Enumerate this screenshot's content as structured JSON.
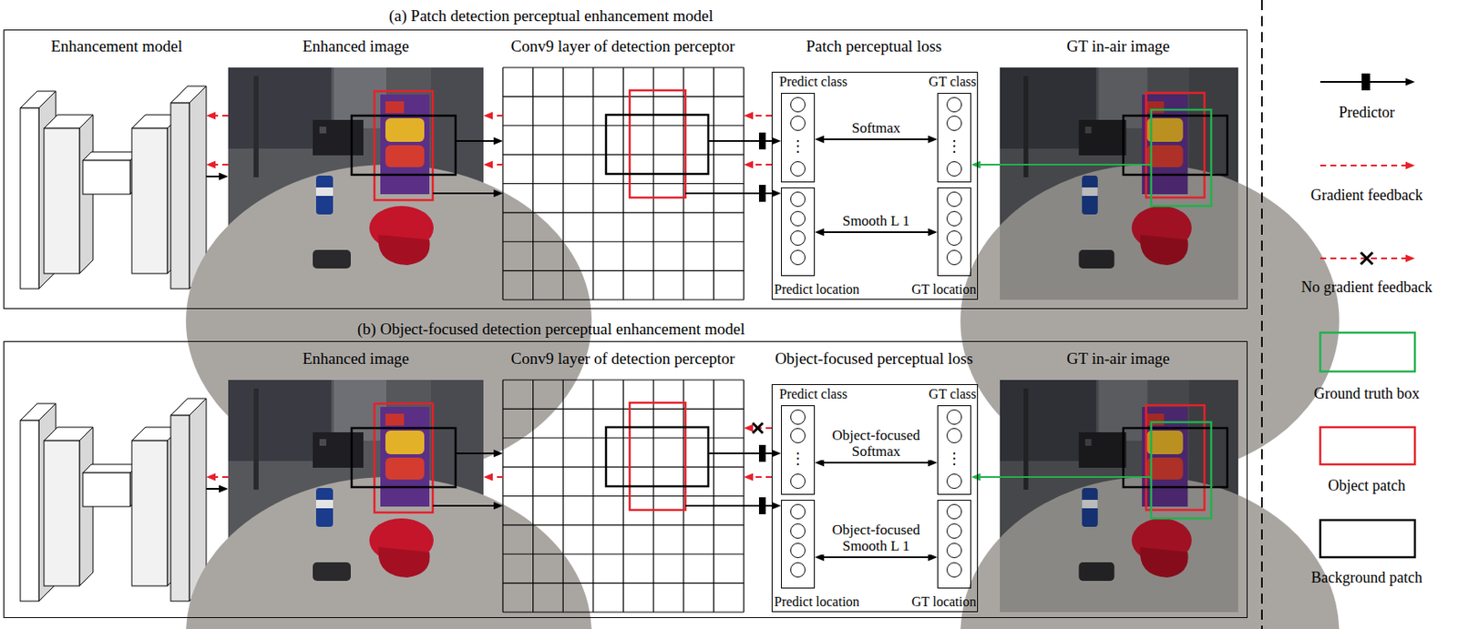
{
  "diagram": {
    "nodes": [
      {
        "text": [
          "(a) Patch detection perceptual enhancement model"
        ]
      },
      {
        "text": [
          "Enhancement model"
        ],
        "in": 0
      },
      {
        "text": [
          "Enhanced image"
        ],
        "in": 0
      },
      {
        "text": [
          "Conv9 layer of detection perceptor"
        ],
        "in": 0
      },
      {
        "text": [
          "Patch perceptual loss"
        ],
        "in": 0
      },
      {
        "text": [
          "Predict class",
          "⋮"
        ],
        "in": 4
      },
      {
        "text": [
          "GT class",
          "⋮"
        ],
        "in": 4
      },
      {
        "text": [
          "Predict location"
        ],
        "in": 4
      },
      {
        "text": [
          "GT location"
        ],
        "in": 4
      },
      {
        "text": [
          "GT in-air image"
        ],
        "in": 0
      },
      {
        "text": [
          "(b) Object-focused detection perceptual enhancement model"
        ]
      },
      {
        "text": [],
        "in": 10
      },
      {
        "text": [
          "Enhanced image"
        ],
        "in": 10
      },
      {
        "text": [
          "Conv9 layer of detection perceptor"
        ],
        "in": 10
      },
      {
        "text": [
          "Object-focused perceptual loss"
        ],
        "in": 10
      },
      {
        "text": [
          "Predict class",
          "⋮"
        ],
        "in": 14
      },
      {
        "text": [
          "GT class",
          "⋮"
        ],
        "in": 14
      },
      {
        "text": [
          "Predict location"
        ],
        "in": 14
      },
      {
        "text": [
          "GT location"
        ],
        "in": 14
      },
      {
        "text": [
          "GT in-air image"
        ],
        "in": 10
      }
    ],
    "edges": [
      {
        "from": 1,
        "to": 2,
        "arrow": "to"
      },
      {
        "from": 2,
        "to": 3,
        "arrow": "to"
      },
      {
        "from": 2,
        "to": 3,
        "arrow": "to"
      },
      {
        "from": 3,
        "to": 5,
        "arrow": "to"
      },
      {
        "from": 3,
        "to": 7,
        "arrow": "to"
      },
      {
        "from": 5,
        "to": 6,
        "label": "Softmax",
        "arrow": "both"
      },
      {
        "from": 7,
        "to": 8,
        "label": "Smooth L 1",
        "arrow": "both"
      },
      {
        "from": 9,
        "to": 6,
        "arrow": "to"
      },
      {
        "from": 4,
        "to": 3,
        "arrow": "to"
      },
      {
        "from": 4,
        "to": 3,
        "arrow": "to"
      },
      {
        "from": 3,
        "to": 2,
        "arrow": "to"
      },
      {
        "from": 3,
        "to": 2,
        "arrow": "to"
      },
      {
        "from": 2,
        "to": 1,
        "arrow": "to"
      },
      {
        "from": 2,
        "to": 1,
        "arrow": "to"
      },
      {
        "from": 11,
        "to": 12,
        "arrow": "to"
      },
      {
        "from": 12,
        "to": 13,
        "arrow": "to"
      },
      {
        "from": 12,
        "to": 13,
        "arrow": "to"
      },
      {
        "from": 13,
        "to": 15,
        "arrow": "to"
      },
      {
        "from": 13,
        "to": 17,
        "arrow": "to"
      },
      {
        "from": 15,
        "to": 16,
        "label": "Object-focused Softmax",
        "arrow": "both"
      },
      {
        "from": 17,
        "to": 18,
        "label": "Object-focused Smooth L 1",
        "arrow": "both"
      },
      {
        "from": 19,
        "to": 16,
        "arrow": "to"
      },
      {
        "from": 14,
        "to": 13,
        "arrow": "to"
      },
      {
        "from": 14,
        "to": 13,
        "arrow": "to"
      },
      {
        "from": 13,
        "to": 12,
        "arrow": "to"
      },
      {
        "from": 12,
        "to": 11,
        "arrow": "to"
      }
    ],
    "legend": [
      {
        "text": "Predictor"
      },
      {
        "text": "Gradient feedback"
      },
      {
        "text": "No gradient feedback"
      },
      {
        "text": "Ground truth box"
      },
      {
        "text": "Object patch"
      },
      {
        "text": "Background patch"
      }
    ]
  }
}
